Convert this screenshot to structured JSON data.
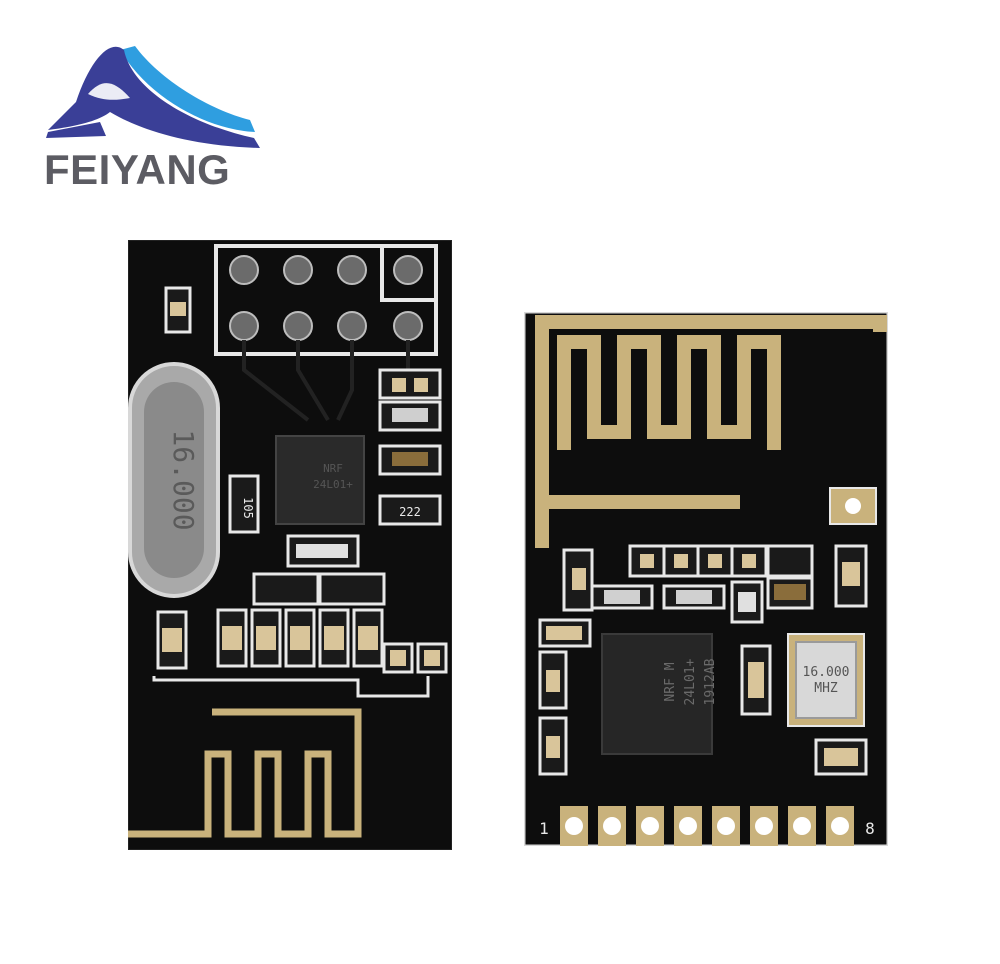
{
  "brand": {
    "name": "FEIYANG",
    "logo_icon": "wave-logo-icon",
    "colors": {
      "navy": "#3a3f97",
      "sky": "#2f9ee0",
      "gray": "#5c5c63"
    }
  },
  "left_module": {
    "crystal_label": "16.000",
    "chip_lines": [
      "NRF",
      "24L01+"
    ],
    "component_labels": [
      "105",
      "222"
    ],
    "colors": {
      "pcb": "#0d0d0d",
      "trace": "#c9b27c",
      "silk": "#e8e8e8"
    }
  },
  "right_module": {
    "chip_lines": [
      "NRF M",
      "24L01+",
      "1912AB"
    ],
    "crystal_lines": [
      "16.000",
      "MHZ"
    ],
    "pin_labels": [
      "1",
      "8"
    ],
    "colors": {
      "pcb": "#0d0d0d",
      "trace": "#c9b27c",
      "silk": "#e8e8e8"
    }
  }
}
